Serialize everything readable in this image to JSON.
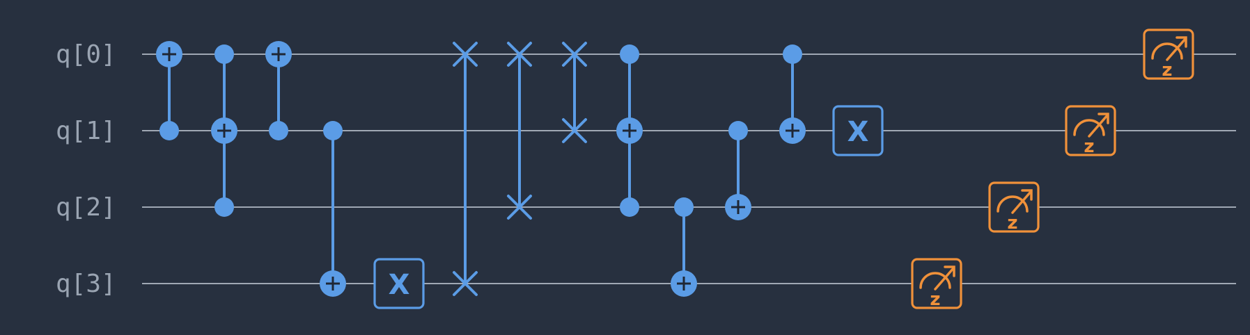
{
  "qubits": [
    {
      "label": "q[0]"
    },
    {
      "label": "q[1]"
    },
    {
      "label": "q[2]"
    },
    {
      "label": "q[3]"
    }
  ],
  "operations": [
    {
      "kind": "cnot",
      "control": 1,
      "target": 0
    },
    {
      "kind": "cnot",
      "control": [
        0,
        2
      ],
      "target": 1
    },
    {
      "kind": "cnot",
      "control": 1,
      "target": 0
    },
    {
      "kind": "cnot",
      "control": 1,
      "target": 3
    },
    {
      "kind": "gate",
      "qubit": 3,
      "label": "X"
    },
    {
      "kind": "swap",
      "qubits": [
        0,
        3
      ]
    },
    {
      "kind": "swap",
      "qubits": [
        0,
        2
      ]
    },
    {
      "kind": "swap",
      "qubits": [
        0,
        1
      ]
    },
    {
      "kind": "cnot",
      "control": [
        0,
        2
      ],
      "target": 1
    },
    {
      "kind": "cnot",
      "control": 2,
      "target": 3
    },
    {
      "kind": "cnot",
      "control": 1,
      "target": 2
    },
    {
      "kind": "cnot",
      "control": 0,
      "target": 1
    },
    {
      "kind": "gate",
      "qubit": 1,
      "label": "X"
    },
    {
      "kind": "measure",
      "qubit": 3,
      "label": "z"
    },
    {
      "kind": "measure",
      "qubit": 2,
      "label": "z"
    },
    {
      "kind": "measure",
      "qubit": 1,
      "label": "z"
    },
    {
      "kind": "measure",
      "qubit": 0,
      "label": "z"
    }
  ],
  "colors": {
    "background": "#27303f",
    "wire": "#c8d0dc",
    "gate": "#5b9ce6",
    "measure": "#f0913a",
    "label": "#9aa4b2"
  }
}
